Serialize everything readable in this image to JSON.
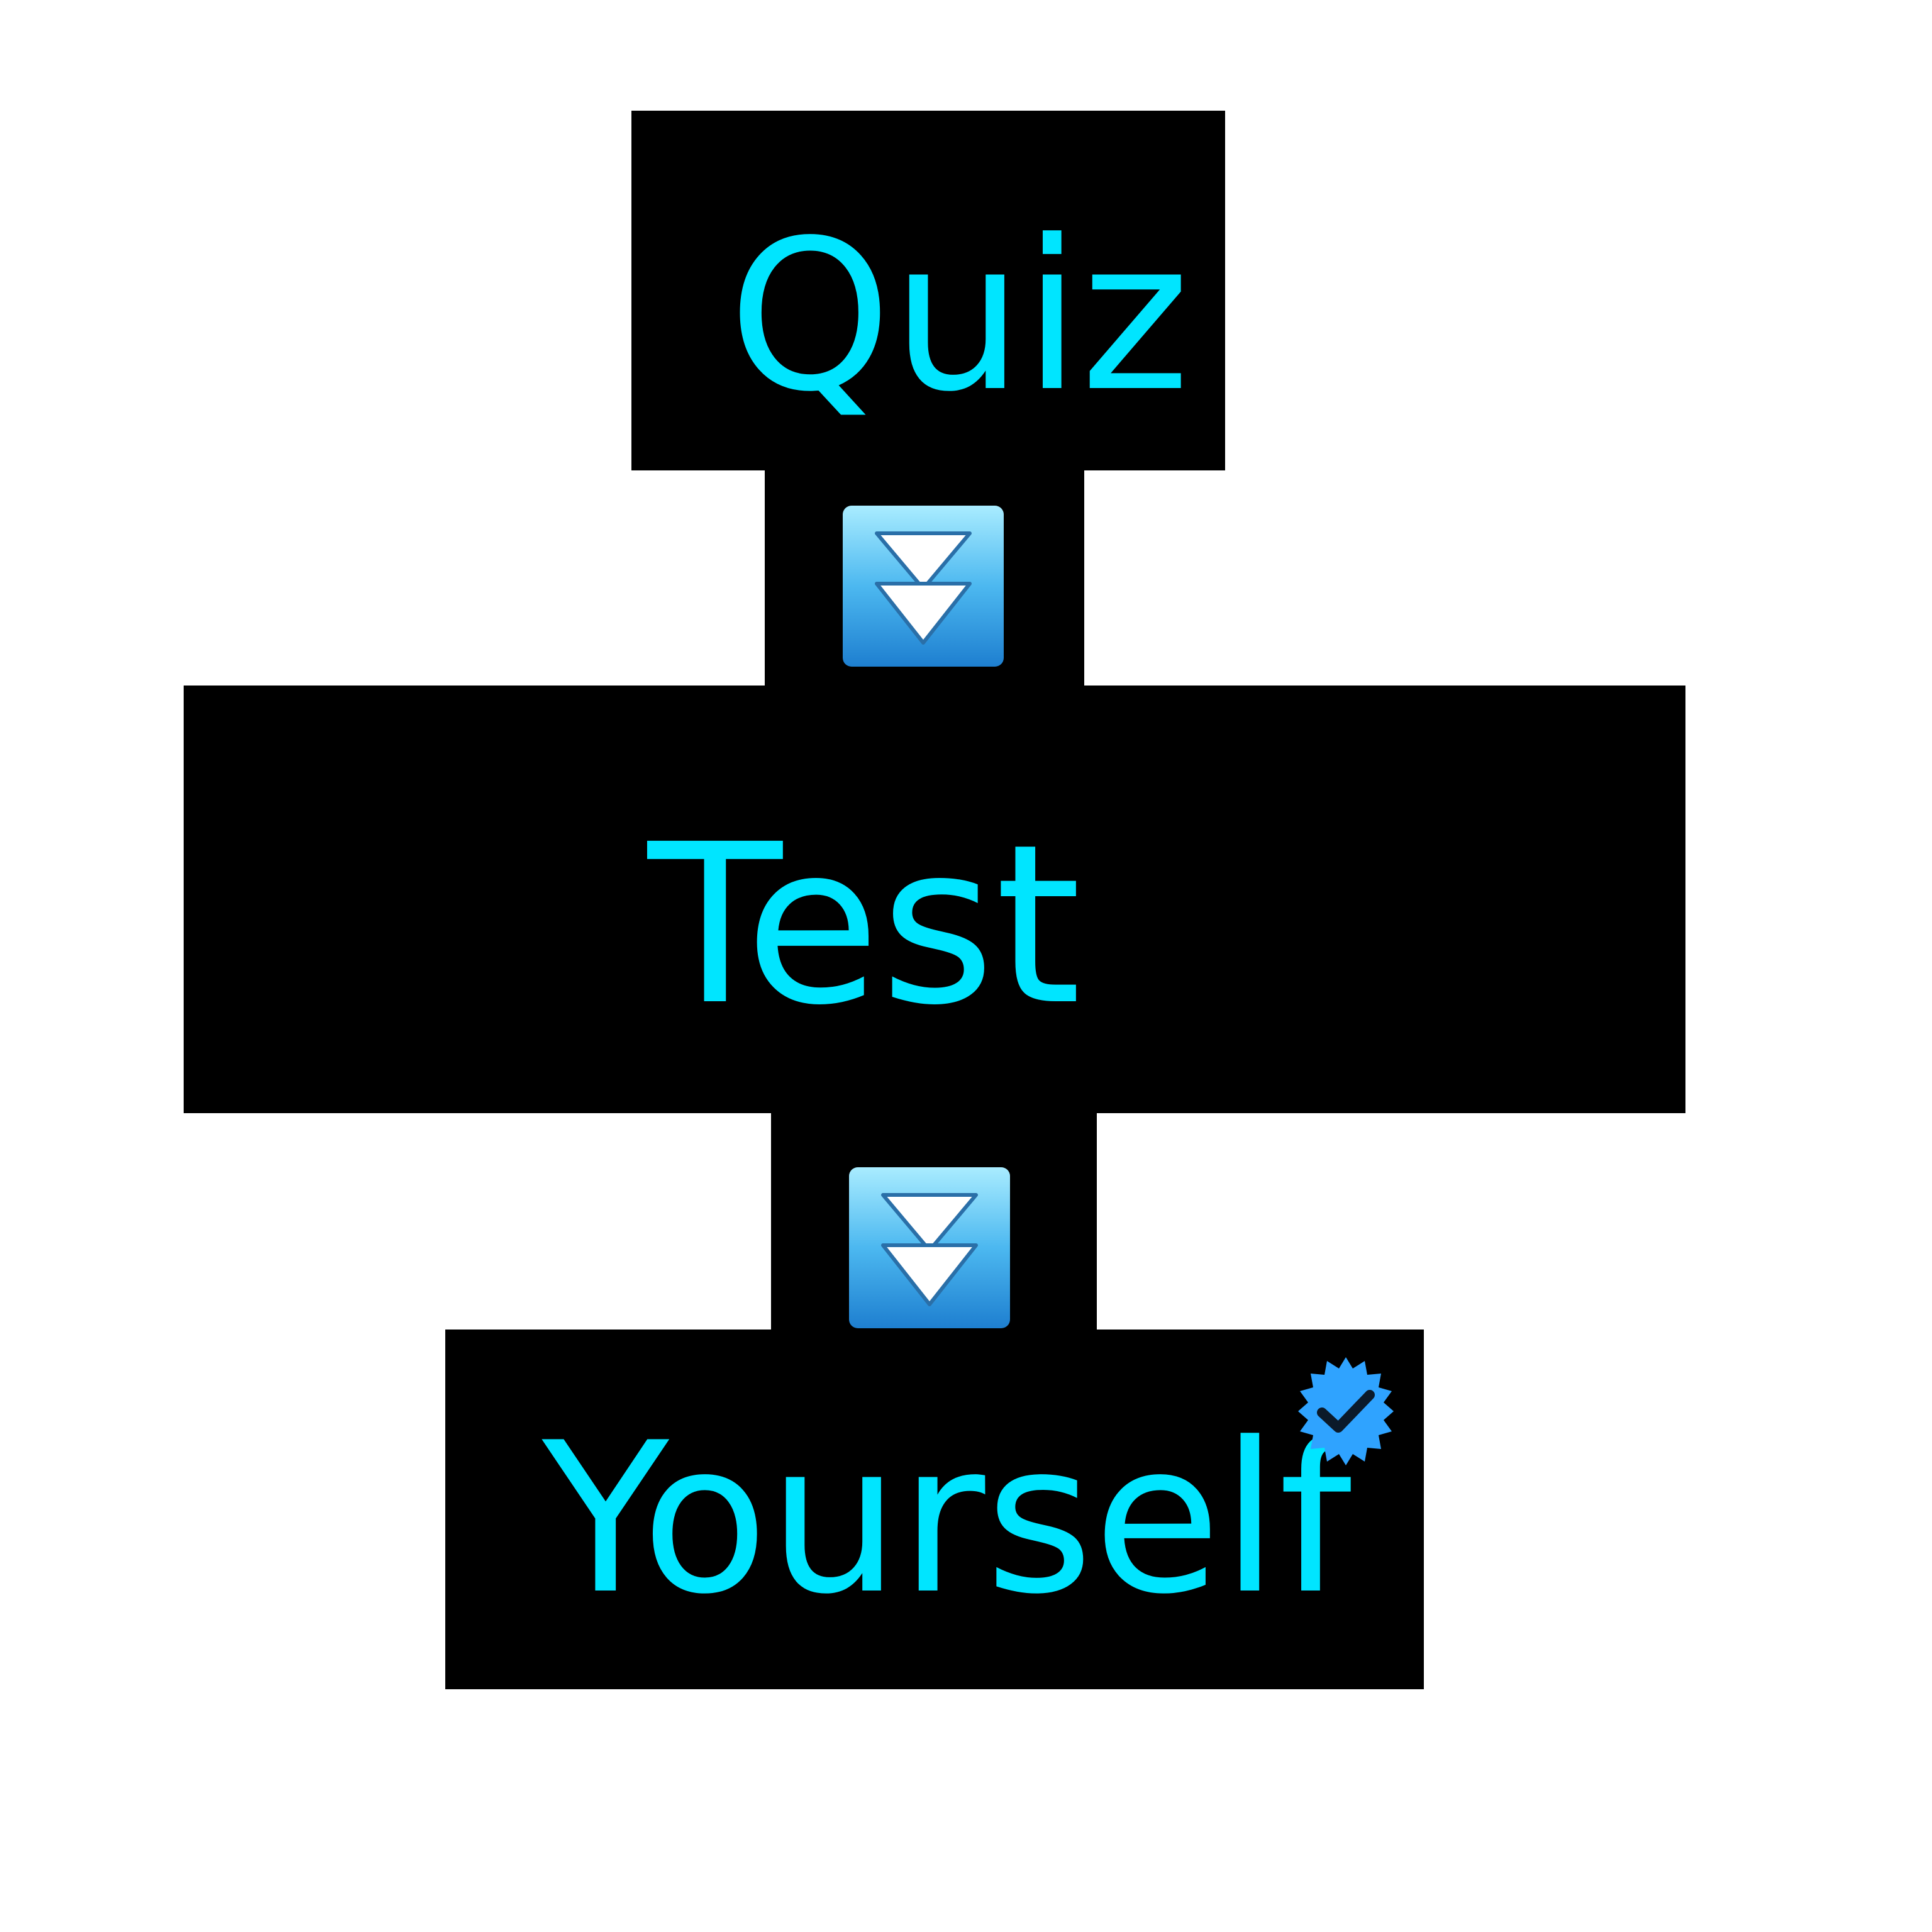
{
  "labels": {
    "top": "Quiz",
    "middle": "Test",
    "bottom": "Yourself"
  },
  "icons": {
    "arrow": "double-down-arrow-icon",
    "badge": "verified-check-badge-icon"
  },
  "colors": {
    "text": "#00e5ff",
    "block": "#000000",
    "background": "#ffffff",
    "badge": "#2fa3ff"
  }
}
